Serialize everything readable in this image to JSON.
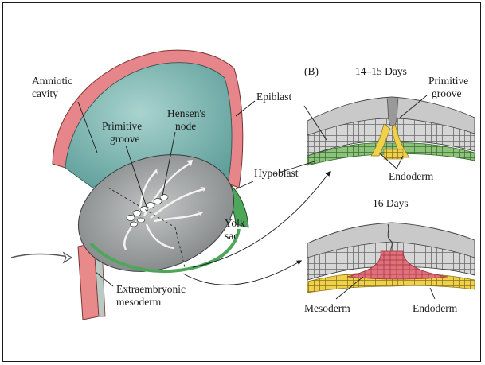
{
  "figure": {
    "panel_b_tag": "(B)",
    "labels": {
      "amniotic_cavity": [
        "Amniotic",
        "cavity"
      ],
      "primitive_groove_left": [
        "Primitive",
        "groove"
      ],
      "hensens_node": [
        "Hensen's",
        "node"
      ],
      "epiblast": "Epiblast",
      "hypoblast": "Hypoblast",
      "yolk_sac": [
        "Yolk",
        "sac"
      ],
      "extraembryonic_mesoderm": [
        "Extraembryonic",
        "mesoderm"
      ],
      "days_14_15": "14–15 Days",
      "primitive_groove_right": [
        "Primitive",
        "groove"
      ],
      "endoderm_top": "Endoderm",
      "days_16": "16 Days",
      "mesoderm": "Mesoderm",
      "endoderm_bottom": "Endoderm"
    }
  }
}
